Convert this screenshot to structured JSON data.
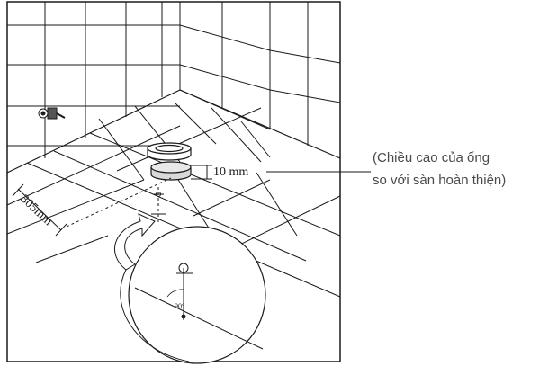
{
  "labels": {
    "height_dim": "10 mm",
    "distance_dim": "305mm",
    "angle": "90°"
  },
  "callout": {
    "line1": "(Chiều cao của ống",
    "line2": "so với sàn hoàn thiện)"
  },
  "colors": {
    "line": "#1a1a1a",
    "callout_text": "#4a4a4a",
    "pipe_fill": "#d9d9d9"
  }
}
